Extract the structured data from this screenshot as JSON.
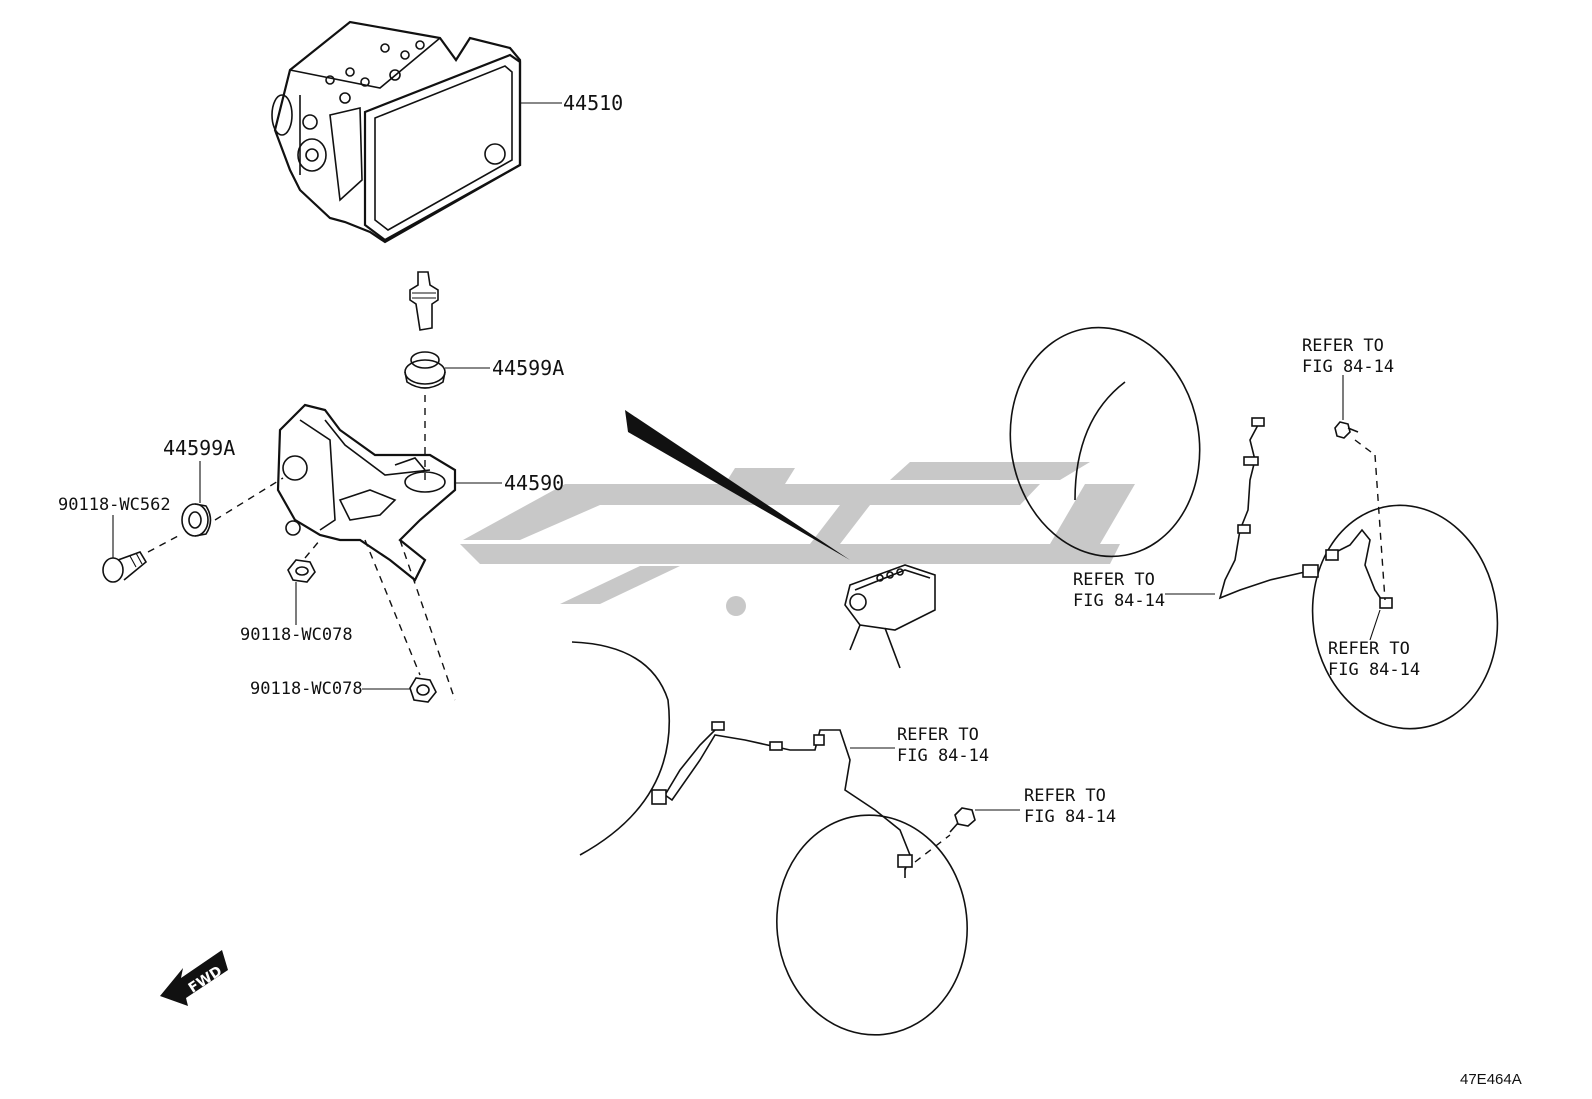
{
  "labels": {
    "p44510": "44510",
    "p44599a_top": "44599A",
    "p44599a_left": "44599A",
    "p44590": "44590",
    "p90118_wc562": "90118-WC562",
    "p90118_wc078_a": "90118-WC078",
    "p90118_wc078_b": "90118-WC078"
  },
  "refer": {
    "refer_to": "REFER TO",
    "fig": "FIG 84-14"
  },
  "fwd_label": "FWD",
  "figure_code": "47E464A"
}
